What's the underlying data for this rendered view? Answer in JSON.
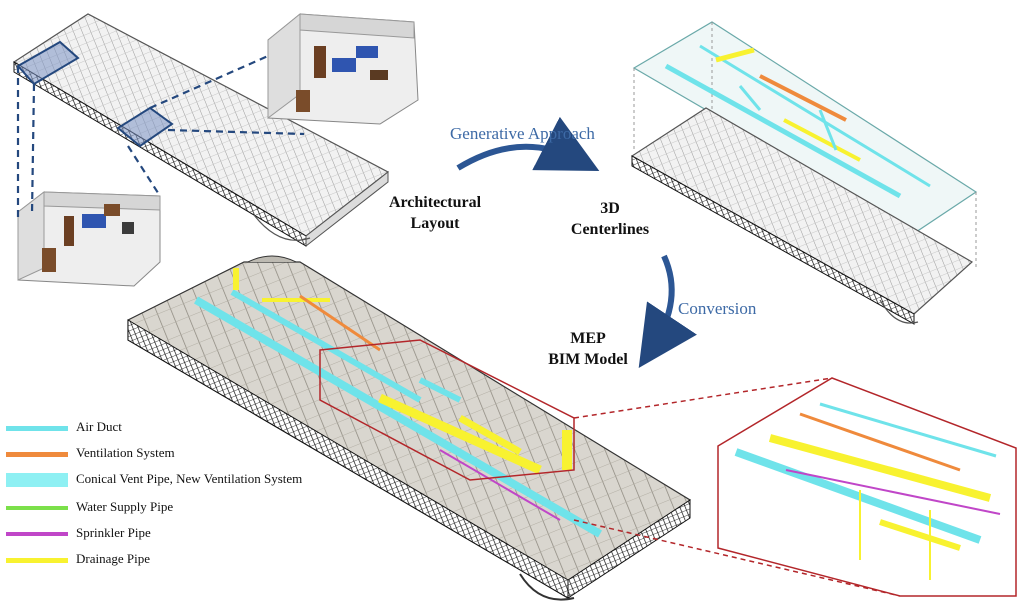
{
  "labels": {
    "architectural": [
      "Architectural",
      "Layout"
    ],
    "centerlines": [
      "3D",
      "Centerlines"
    ],
    "mep": [
      "MEP",
      "BIM Model"
    ]
  },
  "arrows": {
    "generative": "Generative Approach",
    "conversion": "Conversion"
  },
  "legend": [
    {
      "label": "Air Duct",
      "color": "#6fe3ea",
      "thickness": 5
    },
    {
      "label": "Ventilation System",
      "color": "#ef8a3c",
      "thickness": 5
    },
    {
      "label": "Conical Vent Pipe, New Ventilation System",
      "color": "#8ef0f3",
      "thickness": 14
    },
    {
      "label": "Water Supply Pipe",
      "color": "#7be04a",
      "thickness": 4
    },
    {
      "label": "Sprinkler Pipe",
      "color": "#c046c8",
      "thickness": 4
    },
    {
      "label": "Drainage Pipe",
      "color": "#f8f230",
      "thickness": 5
    }
  ],
  "colors": {
    "arrow": "#3d6aa6",
    "callout_blue": "#24487e",
    "callout_red": "#b3262a",
    "duct": "#6fe3ea",
    "drain": "#f8f230",
    "vent": "#ef8a3c"
  }
}
